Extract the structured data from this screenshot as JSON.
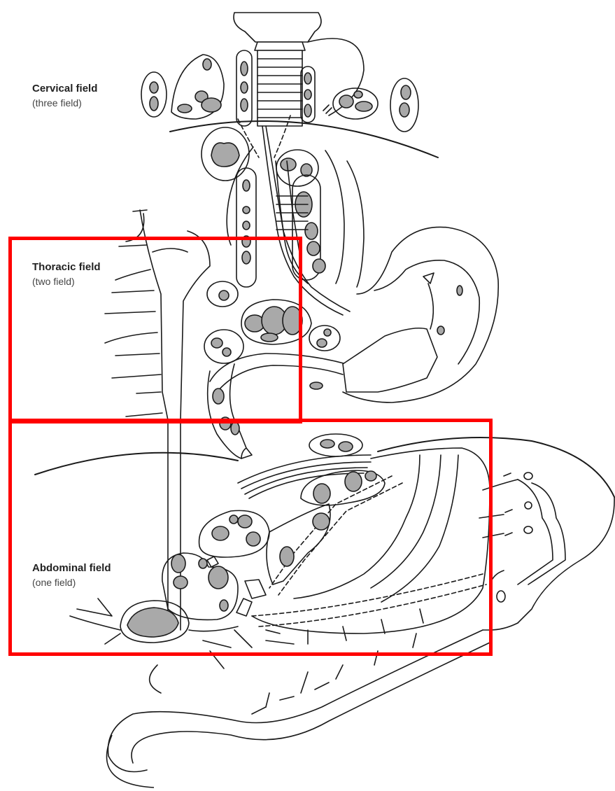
{
  "labels": {
    "cervical": {
      "title": "Cervical field",
      "subtitle": "(three field)"
    },
    "thoracic": {
      "title": "Thoracic field",
      "subtitle": "(two field)"
    },
    "abdominal": {
      "title": "Abdominal field",
      "subtitle": "(one field)"
    }
  },
  "colors": {
    "line": "#1a1a1a",
    "node_fill": "#a9a9a9",
    "highlight_box": "#ff0000",
    "background": "#ffffff"
  }
}
